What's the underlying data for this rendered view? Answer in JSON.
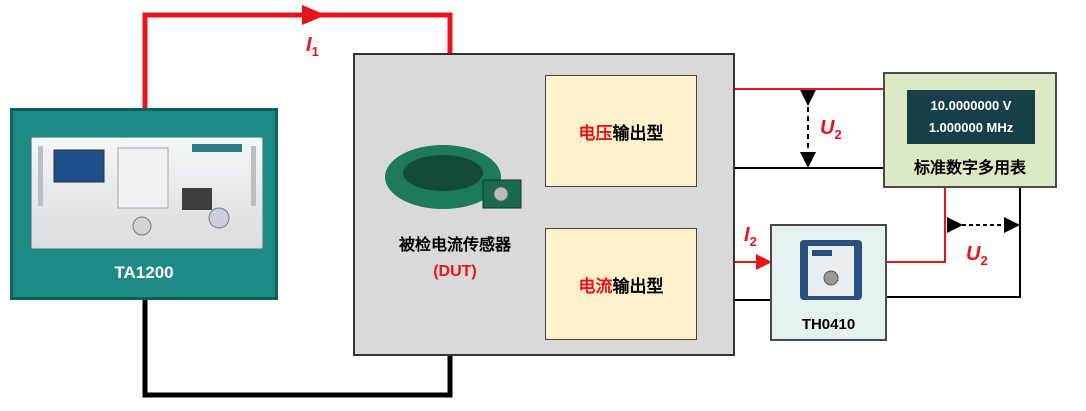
{
  "source": {
    "name": "TA1200"
  },
  "dut": {
    "name": "被检电流传感器",
    "tag": "(DUT)",
    "voltage_output": {
      "highlight": "电压",
      "rest": "输出型"
    },
    "current_output": {
      "highlight": "电流",
      "rest": "输出型"
    }
  },
  "meter": {
    "name": "标准数字多用表",
    "reading_1": "10.0000000 V",
    "reading_2": "1.000000 MHz"
  },
  "shunt": {
    "name": "TH0410"
  },
  "labels": {
    "i1": "I",
    "i1_sub": "1",
    "i2": "I",
    "i2_sub": "2",
    "u2a": "U",
    "u2a_sub": "2",
    "u2b": "U",
    "u2b_sub": "2"
  },
  "colors": {
    "wire_red": "#e8141b",
    "wire_black": "#000000",
    "source_body": "#1e8a84",
    "dut_body": "#d9d9d9",
    "output_box": "#fdf2cc",
    "meter_body": "#dbe9c4",
    "meter_screen": "#173f49"
  }
}
